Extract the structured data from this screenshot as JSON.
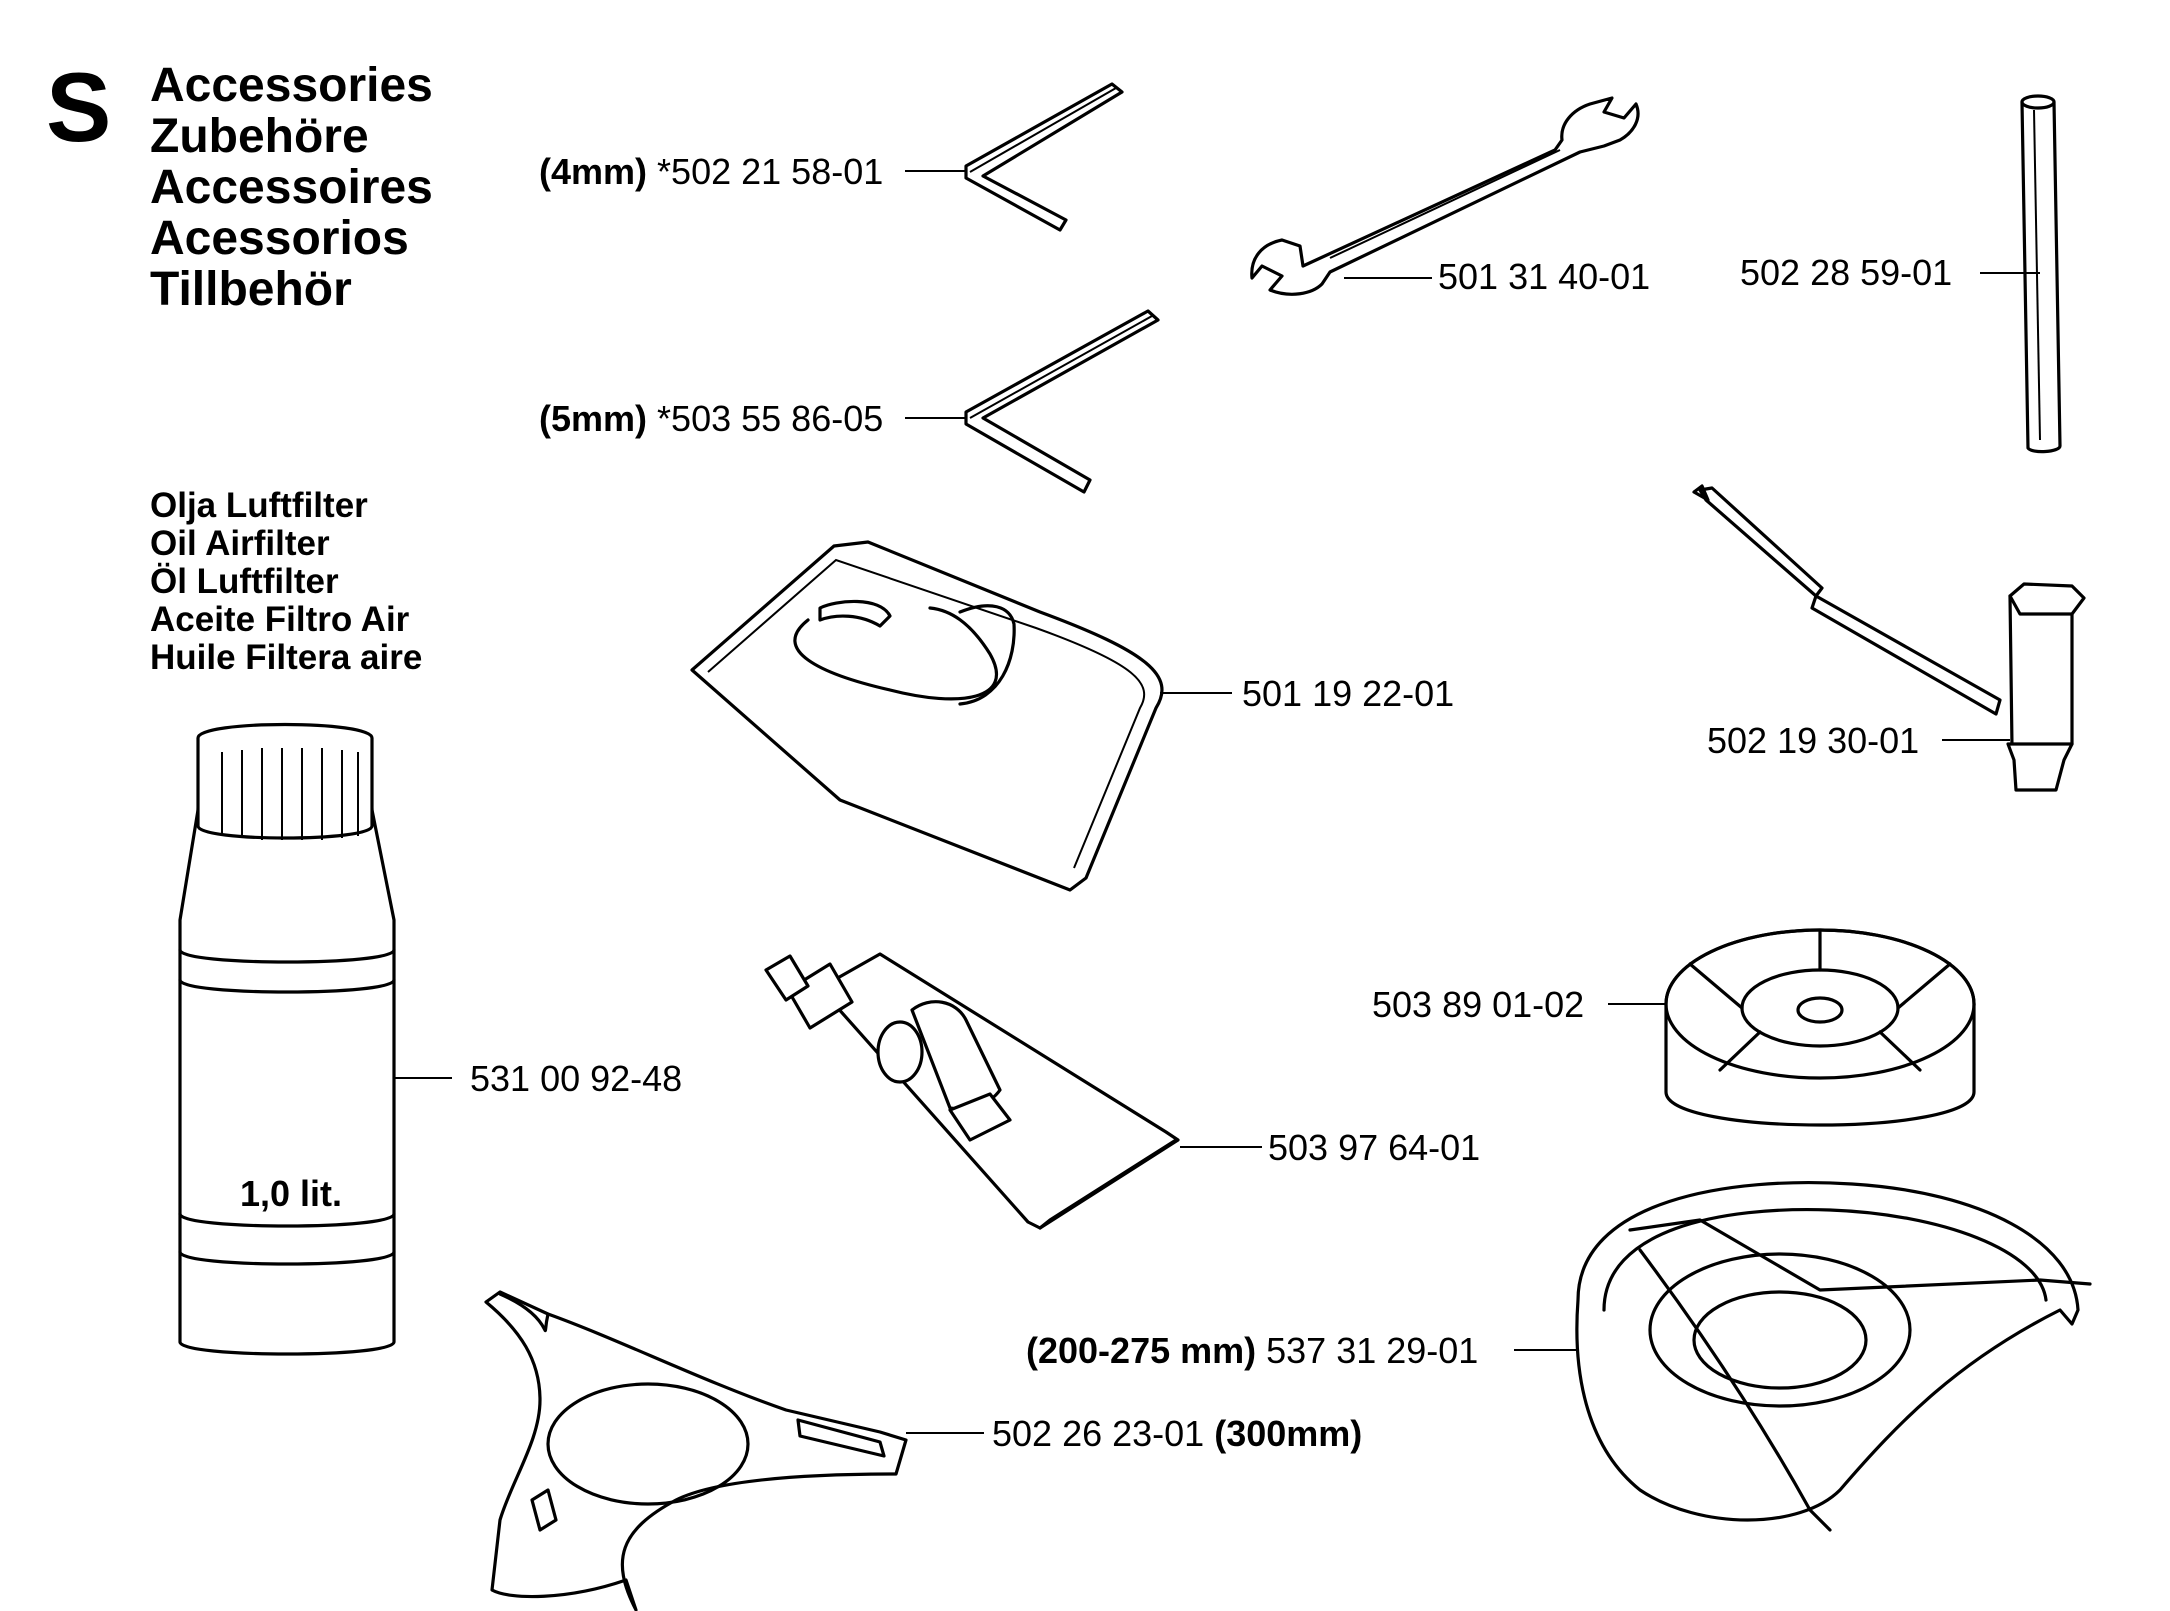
{
  "section": {
    "letter": "S",
    "titles": [
      "Accessories",
      "Zubehöre",
      "Accessoires",
      "Acessorios",
      "Tillbehör"
    ]
  },
  "oil_heading": [
    "Olja Luftfilter",
    "Oil Airfilter",
    "Öl Luftfilter",
    "Aceite Filtro Air",
    "Huile Filtera aire"
  ],
  "parts": {
    "hex_key_4mm": {
      "size": "(4mm)",
      "number": "*502 21 58-01"
    },
    "hex_key_5mm": {
      "size": "(5mm)",
      "number": "*503 55 86-05"
    },
    "wrench": {
      "number": "501 31 40-01"
    },
    "pin": {
      "number": "502 28 59-01"
    },
    "air_filter_bag": {
      "number": "501 19 22-01"
    },
    "combination_spanner": {
      "number": "502 19 30-01"
    },
    "oil_bottle": {
      "number": "531 00 92-48",
      "volume": "1,0 lit."
    },
    "grease_tube": {
      "number": "503 97 64-01"
    },
    "bump_cup": {
      "number": "503 89 01-02"
    },
    "guard_200_275": {
      "size": "(200-275 mm)",
      "number": "537 31 29-01"
    },
    "guard_300": {
      "number": "502 26 23-01",
      "size": "(300mm)"
    }
  }
}
